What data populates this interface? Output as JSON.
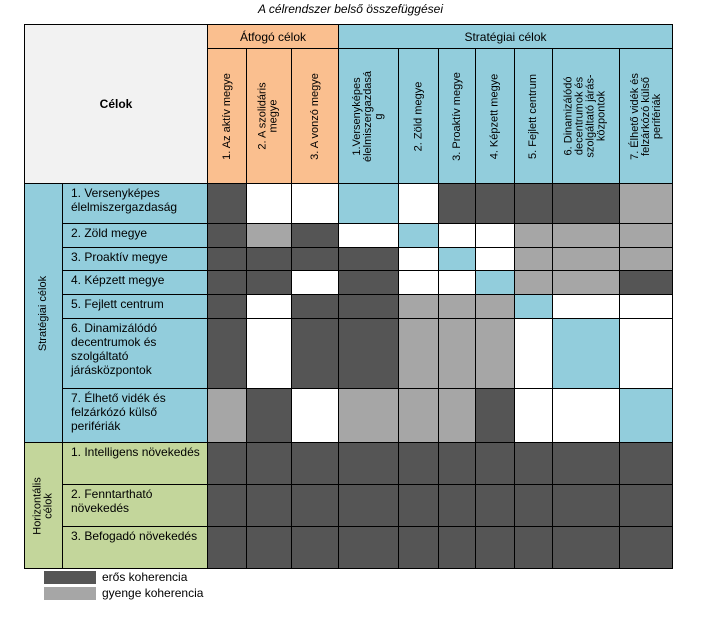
{
  "title": "A célrendszer belső összefüggései",
  "header": {
    "corner": "Célok",
    "group_atfogo": "Átfogó célok",
    "group_strat": "Stratégiai célok"
  },
  "columns": [
    [
      "1. Az aktív megye"
    ],
    [
      "2. A szolidáris",
      "megye"
    ],
    [
      "3. A vonzó megye"
    ],
    [
      "1.Versenyképes",
      "élelmiszergazdasá",
      "g"
    ],
    [
      "2. Zöld megye"
    ],
    [
      "3. Proaktív megye"
    ],
    [
      "4. Képzett megye"
    ],
    [
      "5. Fejlett centrum"
    ],
    [
      "6. Dinamizálódó",
      "decentrumok és",
      "szolgáltató járás-",
      "központok"
    ],
    [
      "7. Élhető vidék és",
      "felzárkózó külső",
      "perifériák"
    ]
  ],
  "groups": [
    {
      "label": "Stratégiai célok"
    },
    {
      "label": [
        "Horizontális",
        "célok"
      ]
    }
  ],
  "rows": [
    {
      "label": "1. Versenyképes élelmiszergazdaság",
      "cells": [
        "D",
        "W",
        "W",
        "B",
        "W",
        "D",
        "D",
        "D",
        "D",
        "G"
      ]
    },
    {
      "label": "2. Zöld megye",
      "cells": [
        "D",
        "G",
        "D",
        "W",
        "B",
        "W",
        "W",
        "G",
        "G",
        "G"
      ]
    },
    {
      "label": "3. Proaktív megye",
      "cells": [
        "D",
        "D",
        "D",
        "D",
        "W",
        "B",
        "W",
        "G",
        "G",
        "G"
      ]
    },
    {
      "label": "4. Képzett megye",
      "cells": [
        "D",
        "D",
        "W",
        "D",
        "W",
        "W",
        "B",
        "G",
        "G",
        "D"
      ]
    },
    {
      "label": "5. Fejlett centrum",
      "cells": [
        "D",
        "W",
        "D",
        "D",
        "G",
        "G",
        "G",
        "B",
        "W",
        "W"
      ]
    },
    {
      "label": "6. Dinamizálódó decentrumok és szolgáltató járásközpontok",
      "cells": [
        "D",
        "W",
        "D",
        "D",
        "G",
        "G",
        "G",
        "W",
        "B",
        "W"
      ]
    },
    {
      "label": "7. Élhető vidék és felzárkózó külső perifériák",
      "cells": [
        "G",
        "D",
        "W",
        "G",
        "G",
        "G",
        "D",
        "W",
        "W",
        "B"
      ]
    },
    {
      "label": "1. Intelligens növekedés",
      "cells": [
        "D",
        "D",
        "D",
        "D",
        "D",
        "D",
        "D",
        "D",
        "D",
        "D"
      ]
    },
    {
      "label": "2. Fenntartható növekedés",
      "cells": [
        "D",
        "D",
        "D",
        "D",
        "D",
        "D",
        "D",
        "D",
        "D",
        "D"
      ]
    },
    {
      "label": "3. Befogadó növekedés",
      "cells": [
        "D",
        "D",
        "D",
        "D",
        "D",
        "D",
        "D",
        "D",
        "D",
        "D"
      ]
    }
  ],
  "legend": [
    {
      "key": "D",
      "label": "erős koherencia"
    },
    {
      "key": "G",
      "label": "gyenge koherencia"
    }
  ],
  "colors": {
    "D": "#555555",
    "G": "#a6a6a6",
    "W": "#ffffff",
    "B": "#92cddc",
    "header_orange": "#fabf8f",
    "header_blue": "#92cddc",
    "header_grey": "#f2f2f2",
    "strategic_label": "#92cddc",
    "horizontal_label": "#c3d69b"
  }
}
